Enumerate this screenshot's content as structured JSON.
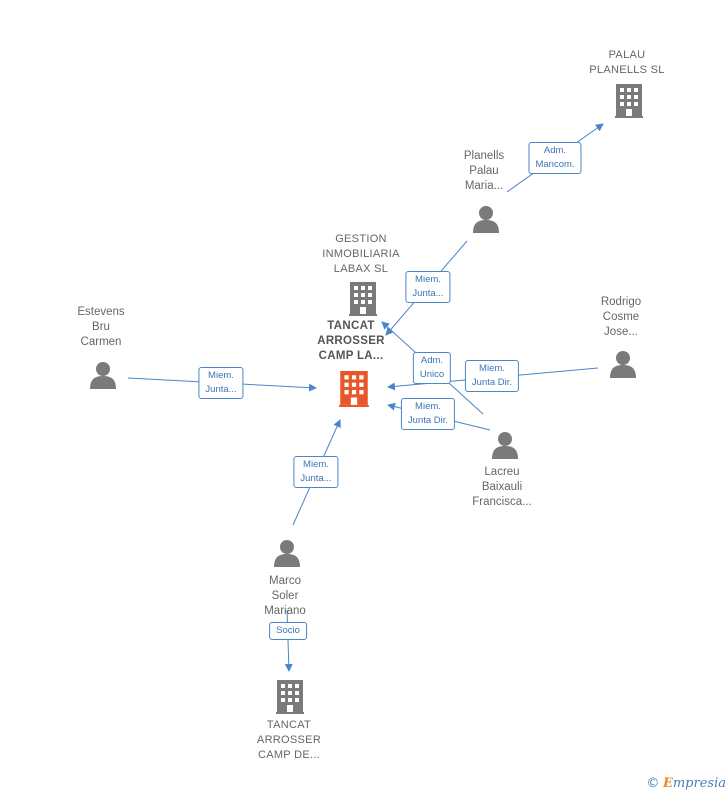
{
  "colors": {
    "edge": "#4a86c8",
    "icon": "#7a7a7a",
    "focus_icon": "#e8572a"
  },
  "nodes": {
    "palau_planells": {
      "lines": [
        "PALAU",
        "PLANELLS SL"
      ],
      "icon": "building-icon"
    },
    "planells_palau": {
      "lines": [
        "Planells",
        "Palau",
        "Maria..."
      ],
      "icon": "person-icon"
    },
    "gestion_inmobiliaria": {
      "lines": [
        "GESTION",
        "INMOBILIARIA",
        "LABAX SL"
      ],
      "icon": "building-icon"
    },
    "tancat_arrosser_la": {
      "lines": [
        "TANCAT",
        "ARROSSER",
        "CAMP LA..."
      ],
      "icon": "building-icon"
    },
    "estevens": {
      "lines": [
        "Estevens",
        "Bru",
        "Carmen"
      ],
      "icon": "person-icon"
    },
    "rodrigo": {
      "lines": [
        "Rodrigo",
        "Cosme",
        "Jose..."
      ],
      "icon": "person-icon"
    },
    "lacreu": {
      "lines": [
        "Lacreu",
        "Baixauli",
        "Francisca..."
      ],
      "icon": "person-icon"
    },
    "marco": {
      "lines": [
        "Marco",
        "Soler",
        "Mariano"
      ],
      "icon": "person-icon"
    },
    "tancat_arrosser_de": {
      "lines": [
        "TANCAT",
        "ARROSSER",
        "CAMP DE..."
      ],
      "icon": "building-icon"
    }
  },
  "edges": {
    "adm_mancom": [
      "Adm.",
      "Mancom."
    ],
    "miem_junta_planells": [
      "Miem.",
      "Junta..."
    ],
    "miem_junta_estevens": [
      "Miem.",
      "Junta..."
    ],
    "adm_unico": [
      "Adm.",
      "Unico"
    ],
    "miem_junta_dir_rodrigo": [
      "Miem.",
      "Junta Dir."
    ],
    "miem_junta_dir_lacreu": [
      "Miem.",
      "Junta Dir."
    ],
    "miem_junta_marco": [
      "Miem.",
      "Junta..."
    ],
    "socio": [
      "Socio"
    ]
  },
  "footer": {
    "copyright": "©",
    "brand_initial": "E",
    "brand_rest": "mpresia"
  }
}
